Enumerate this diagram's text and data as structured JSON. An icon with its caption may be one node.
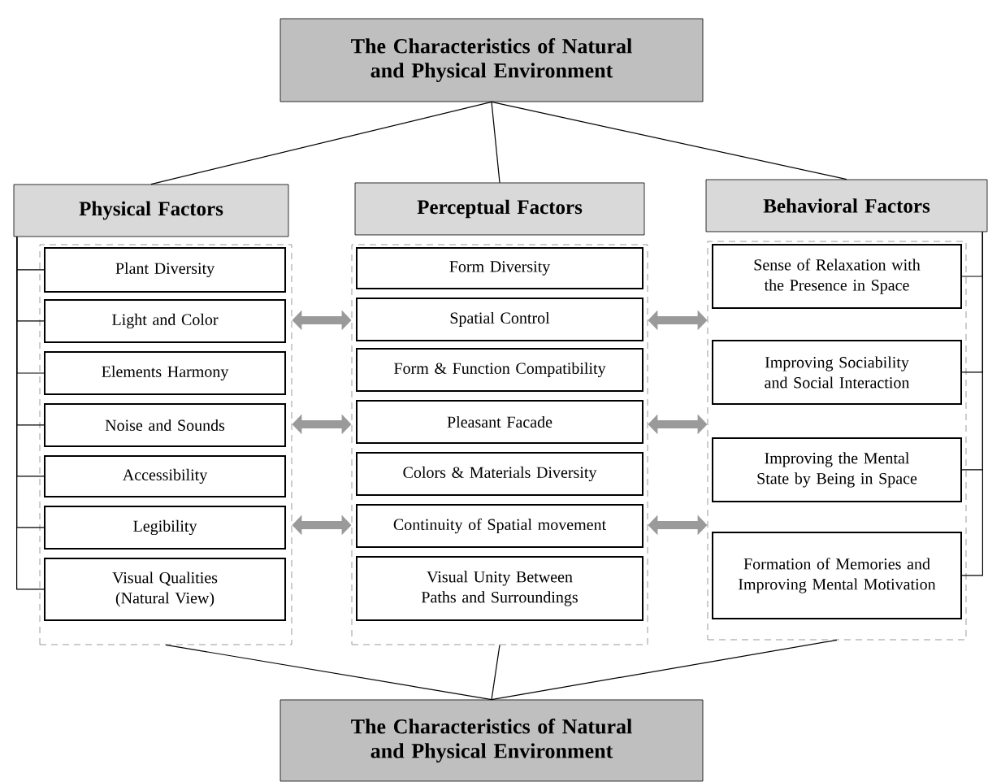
{
  "diagram": {
    "nodes": [
      {
        "text": [
          "The Characteristics of Natural and Physical Environment"
        ]
      },
      {
        "text": [
          "Physical Factors"
        ]
      },
      {
        "text": [
          "Perceptual Factors"
        ]
      },
      {
        "text": [
          "Behavioral Factors"
        ]
      },
      {
        "text": [],
        "shape": "box"
      },
      {
        "text": [
          "Plant Diversity"
        ],
        "in": 4
      },
      {
        "text": [
          "Light and Color"
        ],
        "in": 4
      },
      {
        "text": [
          "Elements Harmony"
        ],
        "in": 4
      },
      {
        "text": [
          "Noise and Sounds"
        ],
        "in": 4
      },
      {
        "text": [
          "Accessibility"
        ],
        "in": 4
      },
      {
        "text": [
          "Legibility"
        ],
        "in": 4
      },
      {
        "text": [
          "Visual Qualities (Natural View)"
        ],
        "in": 4
      },
      {
        "text": [],
        "shape": "box"
      },
      {
        "text": [
          "Form Diversity"
        ],
        "in": 12
      },
      {
        "text": [
          "Spatial Control"
        ],
        "in": 12
      },
      {
        "text": [
          "Form & Function Compatibility"
        ],
        "in": 12
      },
      {
        "text": [
          "Pleasant Facade"
        ],
        "in": 12
      },
      {
        "text": [
          "Colors & Materials Diversity"
        ],
        "in": 12
      },
      {
        "text": [
          "Continuity of Spatial movement"
        ],
        "in": 12
      },
      {
        "text": [
          "Visual Unity Between Paths and Surroundings"
        ],
        "in": 12
      },
      {
        "text": [],
        "shape": "box"
      },
      {
        "text": [
          "Sense of Relaxation with the Presence in Space"
        ],
        "in": 20
      },
      {
        "text": [
          "Improving Sociability and Social Interaction"
        ],
        "in": 20
      },
      {
        "text": [
          "Improving the Mental State by Being in Space"
        ],
        "in": 20
      },
      {
        "text": [
          "Formation of Memories and Improving Mental Motivation"
        ],
        "in": 20
      },
      {
        "text": [
          "The Characteristics of Natural and Physical Environment"
        ]
      }
    ],
    "edges": [
      {
        "from": 0,
        "to": 1,
        "arrow": "none"
      },
      {
        "from": 0,
        "to": 2,
        "arrow": "none"
      },
      {
        "from": 0,
        "to": 3,
        "arrow": "none"
      },
      {
        "from": 1,
        "to": 5,
        "arrow": "none"
      },
      {
        "from": 1,
        "to": 6,
        "arrow": "none"
      },
      {
        "from": 1,
        "to": 7,
        "arrow": "none"
      },
      {
        "from": 1,
        "to": 8,
        "arrow": "none"
      },
      {
        "from": 1,
        "to": 9,
        "arrow": "none"
      },
      {
        "from": 1,
        "to": 10,
        "arrow": "none"
      },
      {
        "from": 1,
        "to": 11,
        "arrow": "none"
      },
      {
        "from": 3,
        "to": 21,
        "arrow": "none"
      },
      {
        "from": 3,
        "to": 22,
        "arrow": "none"
      },
      {
        "from": 3,
        "to": 23,
        "arrow": "none"
      },
      {
        "from": 3,
        "to": 24,
        "arrow": "none"
      },
      {
        "from": 4,
        "to": 12,
        "arrow": "both",
        "style": "thick",
        "color": "#9a9a9a"
      },
      {
        "from": 4,
        "to": 12,
        "arrow": "both",
        "style": "thick",
        "color": "#9a9a9a"
      },
      {
        "from": 4,
        "to": 12,
        "arrow": "both",
        "style": "thick",
        "color": "#9a9a9a"
      },
      {
        "from": 12,
        "to": 20,
        "arrow": "both",
        "style": "thick",
        "color": "#9a9a9a"
      },
      {
        "from": 12,
        "to": 20,
        "arrow": "both",
        "style": "thick",
        "color": "#9a9a9a"
      },
      {
        "from": 12,
        "to": 20,
        "arrow": "both",
        "style": "thick",
        "color": "#9a9a9a"
      },
      {
        "from": 4,
        "to": 25,
        "arrow": "none"
      },
      {
        "from": 12,
        "to": 25,
        "arrow": "none"
      },
      {
        "from": 20,
        "to": 25,
        "arrow": "none"
      }
    ]
  }
}
